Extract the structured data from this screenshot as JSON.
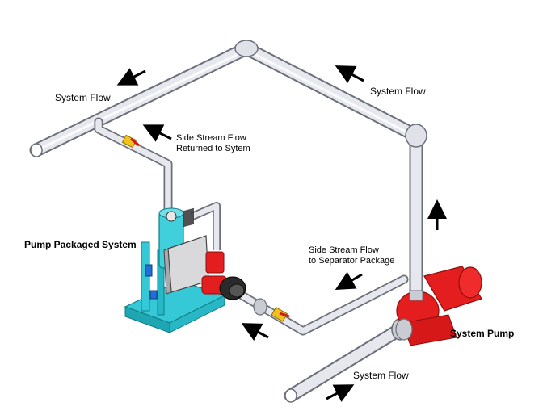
{
  "labels": {
    "system_flow_top_left": "System Flow",
    "system_flow_top_right": "System Flow",
    "system_flow_bottom": "System Flow",
    "side_stream_return_line1": "Side Stream Flow",
    "side_stream_return_line2": "Returned to Sytem",
    "side_stream_separator_line1": "Side Stream Flow",
    "side_stream_separator_line2": "to Separator Package",
    "pump_packaged_system": "Pump Packaged System",
    "system_pump": "System Pump"
  },
  "colors": {
    "pipe": "#e6e8ee",
    "pipe_edge": "#6b6f7a",
    "skid": "#35c8d6",
    "pump_red": "#e41e1e",
    "valve_yellow": "#f2c21b",
    "dark": "#2a2a2a"
  }
}
